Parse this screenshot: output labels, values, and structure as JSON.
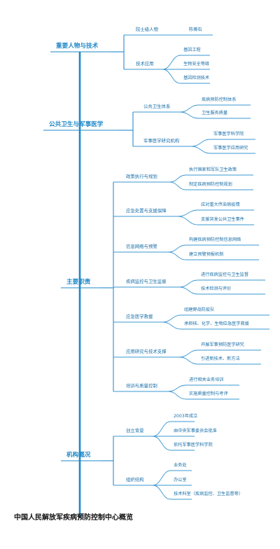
{
  "title": "中国人民解放军疾病预防控制中心概览",
  "colors": {
    "main_line": "#1e88c8",
    "branch_line": "#3a97d2",
    "text": "#1a6fa8",
    "title": "#111111"
  },
  "branches": [
    {
      "label": "重要人物与技术",
      "children": [
        {
          "label": "院士级人物",
          "children": [
            "陈薇石"
          ]
        },
        {
          "label": "技术应用",
          "children": [
            "基因工程",
            "生物安全等级",
            "基因检测技术"
          ]
        }
      ]
    },
    {
      "label": "公共卫生与军事医学",
      "children": [
        {
          "label": "公共卫生体系",
          "children": [
            "疾病预防控制体系",
            "卫生服务质量"
          ]
        },
        {
          "label": "军事医学研究机构",
          "children": [
            "军事医学科学院",
            "军事医学应用研究"
          ]
        }
      ]
    },
    {
      "label": "主要职责",
      "children": [
        {
          "label": "政策执行与规划",
          "children": [
            "执行国家和军队卫生政策",
            "制定疾病预防控制规划"
          ]
        },
        {
          "label": "应急处置与支援保障",
          "children": [
            "应对重大传染病疫情",
            "支援突发公共卫生事件"
          ]
        },
        {
          "label": "信息网络与预警",
          "children": [
            "构建疾病预防控制信息网络",
            "建立预警预报机制"
          ]
        },
        {
          "label": "疾病监控与卫生监督",
          "children": [
            "进行疾病监控与卫生监督",
            "技术检测与评价"
          ]
        },
        {
          "label": "应急医学救援",
          "children": [
            "组建野战防疫队",
            "承担核、化学、生物应急医学救援"
          ]
        },
        {
          "label": "应用研究与技术支撑",
          "children": [
            "开展军事预防医学研究",
            "引进新技术、新方法"
          ]
        },
        {
          "label": "培训与质量控制",
          "children": [
            "进行相关业务培训",
            "实施质量控制与考评"
          ]
        }
      ]
    },
    {
      "label": "机构概况",
      "children": [
        {
          "label": "创立背景",
          "children": [
            "2003年成立",
            "由中央军事委员会批准",
            "依托军事医学科学院"
          ]
        },
        {
          "label": "组织结构",
          "children": [
            "业务处",
            "办公室",
            "技术科室（疾病监控、卫生监督等）"
          ]
        }
      ]
    }
  ]
}
